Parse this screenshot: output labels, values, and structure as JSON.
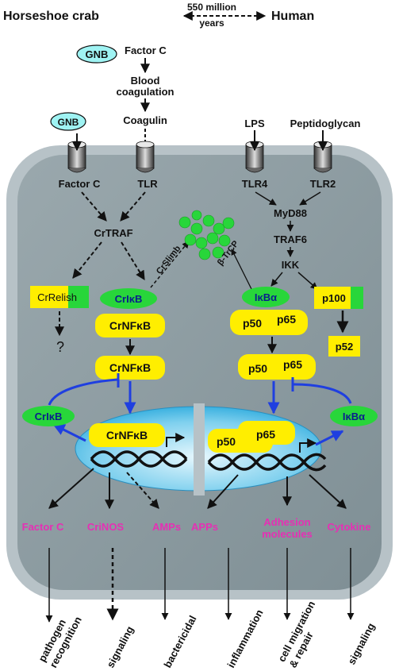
{
  "header": {
    "left_species": "Horseshoe crab",
    "right_species": "Human",
    "timespan_line1": "550 million",
    "timespan_line2": "years"
  },
  "top_pathway": {
    "gnb": "GNB",
    "factor_c": "Factor C",
    "blood_line1": "Blood",
    "blood_line2": "coagulation",
    "coagulin": "Coagulin"
  },
  "receptors": {
    "gnb": "GNB",
    "factor_c": "Factor C",
    "tlr": "TLR",
    "lps": "LPS",
    "peptidoglycan": "Peptidoglycan",
    "tlr4": "TLR4",
    "tlr2": "TLR2"
  },
  "crab_pathway": {
    "crtraf": "CrTRAF",
    "crrelish": "CrRelish",
    "unknown": "?",
    "crikb": "CrIκB",
    "crnfkb_1": "CrNFκB",
    "crnfkb_2": "CrNFκB",
    "crslimb": "CrSlimb",
    "crikb_out": "CrIκB",
    "crnfkb_nuc": "CrNFκB"
  },
  "human_pathway": {
    "myd88": "MyD88",
    "traf6": "TRAF6",
    "ikk": "IKK",
    "btrcp": "β-TrCP",
    "ikba": "IκBα",
    "p100": "p100",
    "p52": "p52",
    "p50_1": "p50",
    "p65_1": "p65",
    "p50_2": "p50",
    "p65_2": "p65",
    "ikba_out": "IκBα",
    "p50_nuc": "p50",
    "p65_nuc": "p65"
  },
  "products": [
    "Factor C",
    "CriNOS",
    "AMPs",
    "APPs",
    "Adhesion molecules",
    "Cytokine"
  ],
  "outcomes": [
    "pathogen recognition",
    "signaling",
    "bactericidal",
    "inflammation",
    "cell migration & repair",
    "signaling"
  ],
  "colors": {
    "cell_fill": "#8e9da3",
    "cell_border": "#b7c2c7",
    "nucleus": "#7fd0ee",
    "yellow": "#ffee00",
    "green": "#28d63a",
    "cyan": "#9ff3f3",
    "magenta_text": "#e62fb4",
    "blue_arrow": "#1f3fe0"
  }
}
